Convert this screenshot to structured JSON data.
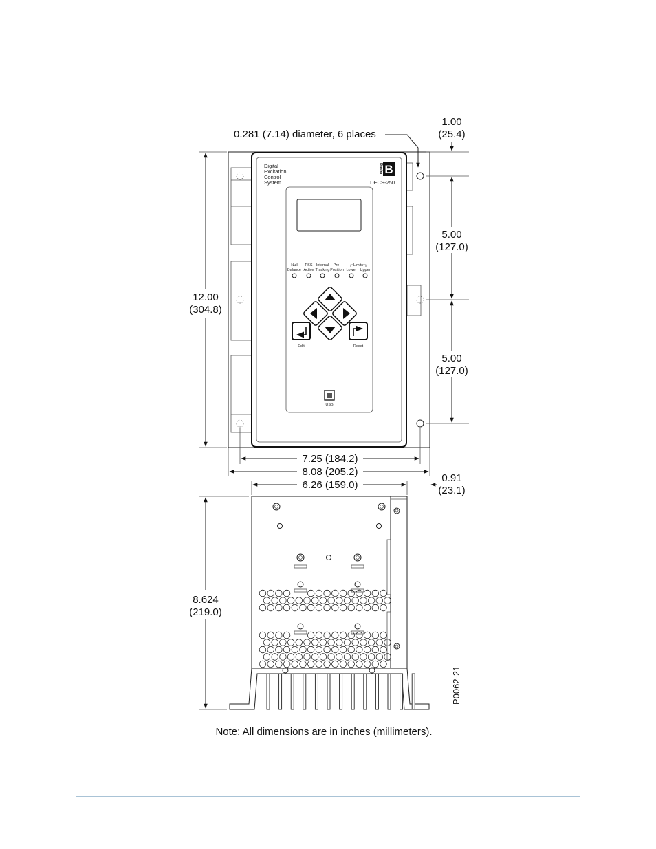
{
  "device": {
    "title_lines": [
      "Digital",
      "Excitation",
      "Control",
      "System"
    ],
    "brand": "Basler",
    "brand_logo_letter": "B",
    "model": "DECS-250",
    "leds": [
      {
        "top": "Null",
        "bottom": "Balance"
      },
      {
        "top": "PSS",
        "bottom": "Active"
      },
      {
        "top": "Internal",
        "bottom": "Tracking"
      },
      {
        "top": "Pre-",
        "bottom": "Position"
      },
      {
        "top": "",
        "bottom": "Lower"
      },
      {
        "top": "",
        "bottom": "Upper"
      }
    ],
    "limits_label": "Limits",
    "edit_label": "Edit",
    "reset_label": "Reset",
    "usb_label": "USB"
  },
  "dimensions": {
    "hole_note": "0.281 (7.14) diameter, 6 places",
    "top_offset": [
      "1.00",
      "(25.4)"
    ],
    "hole_spacing_upper": [
      "5.00",
      "(127.0)"
    ],
    "hole_spacing_lower": [
      "5.00",
      "(127.0)"
    ],
    "height": [
      "12.00",
      "(304.8)"
    ],
    "width_front": "7.25 (184.2)",
    "width_overall": "8.08 (205.2)",
    "width_heatsink": "6.26 (159.0)",
    "side_offset": [
      "0.91",
      "(23.1)"
    ],
    "depth": [
      "8.624",
      "(219.0)"
    ]
  },
  "figure_id": "P0062-21",
  "note": "Note: All dimensions are in inches (millimeters)."
}
